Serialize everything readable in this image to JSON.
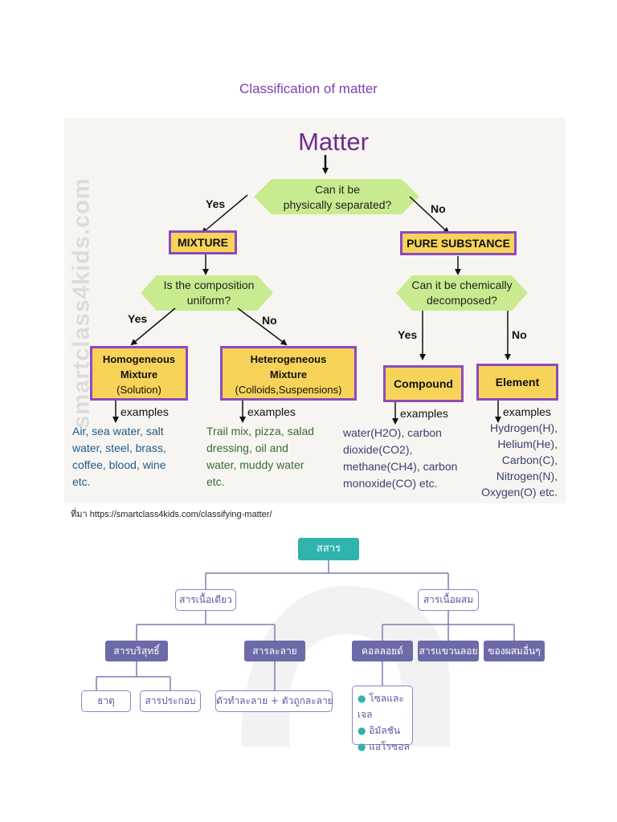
{
  "page": {
    "title": "Classification of matter",
    "source": "ที่มา https://smartclass4kids.com/classifying-matter/"
  },
  "diagram1": {
    "watermark": "smartclass4kids.com",
    "root": "Matter",
    "q1": {
      "line1": "Can it be",
      "line2": "physically separated?"
    },
    "yes": "Yes",
    "no": "No",
    "mixture": "MIXTURE",
    "pure": "PURE SUBSTANCE",
    "q2": {
      "line1": "Is the composition",
      "line2": "uniform?"
    },
    "q3": {
      "line1": "Can it be chemically",
      "line2": "decomposed?"
    },
    "homogeneous": {
      "line1": "Homogeneous",
      "line2": "Mixture",
      "line3": "(Solution)"
    },
    "heterogeneous": {
      "line1": "Heterogeneous",
      "line2": "Mixture",
      "line3": "(Colloids,Suspensions)"
    },
    "compound": "Compound",
    "element": "Element",
    "examples_label": "examples",
    "ex_homo": [
      "Air, sea water, salt",
      "water, steel, brass,",
      "coffee, blood, wine",
      "etc."
    ],
    "ex_hetero": [
      "Trail mix, pizza, salad",
      "dressing, oil and",
      "water, muddy water",
      "etc."
    ],
    "ex_compound": [
      "water(H2O), carbon",
      "dioxide(CO2),",
      "methane(CH4), carbon",
      "monoxide(CO) etc."
    ],
    "ex_element": [
      "Hydrogen(H),",
      "Helium(He),",
      "Carbon(C),",
      "Nitrogen(N),",
      "Oxygen(O) etc."
    ]
  },
  "diagram2": {
    "root": "สสาร",
    "pure": "สารเนื้อเดียว",
    "mixed": "สารเนื้อผสม",
    "pure_sub": "สารบริสุทธิ์",
    "solution": "สารละลาย",
    "colloid": "คอลลอยด์",
    "suspension": "สารแขวนลอย",
    "other_mix": "ของผสมอื่นๆ",
    "element": "ธาตุ",
    "compound": "สารประกอบ",
    "solvent_solute": "ตัวทำละลาย + ตัวถูกละลาย",
    "colloid_types": [
      "โซลและเจล",
      "อิมัลชัน",
      "แอโรซอล"
    ]
  },
  "colors": {
    "accent_purple": "#8a4bc0",
    "box_yellow": "#f8d35a",
    "teal": "#2fb3ac",
    "slate_purple": "#6d6aa8"
  }
}
